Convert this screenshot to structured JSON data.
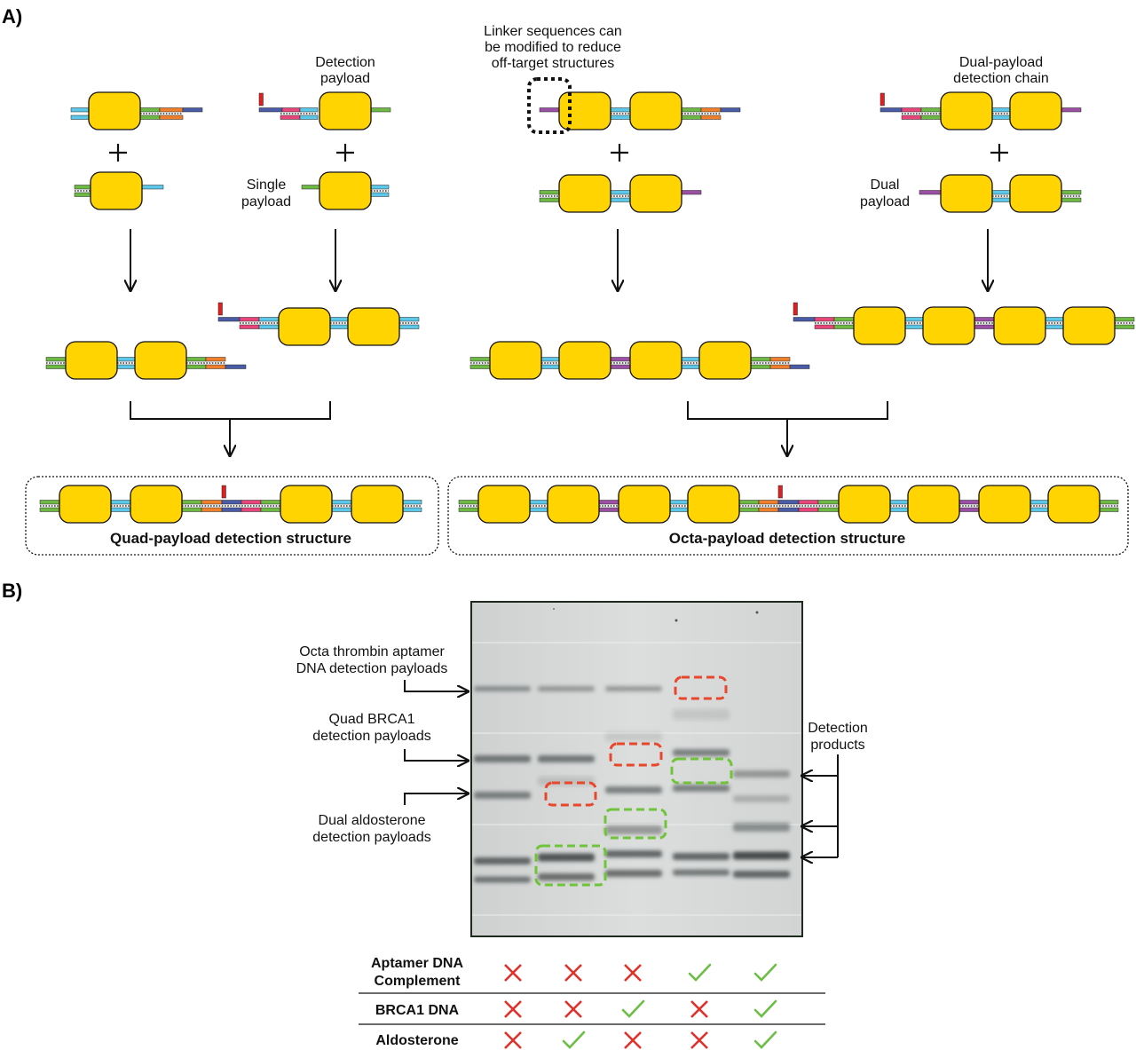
{
  "panel_a": {
    "label": "A)",
    "notes": {
      "linker": [
        "Linker sequences can",
        "be modified to reduce",
        "off-target structures"
      ],
      "detection_payload": [
        "Detection",
        "payload"
      ],
      "single_payload": [
        "Single",
        "payload"
      ],
      "dual_chain": [
        "Dual-payload",
        "detection chain"
      ],
      "dual_payload": [
        "Dual",
        "payload"
      ]
    },
    "quad_title": "Quad-payload detection structure",
    "octa_title": "Octa-payload detection structure"
  },
  "panel_b": {
    "label": "B)",
    "left_labels": {
      "octa": [
        "Octa thrombin aptamer",
        "DNA detection payloads"
      ],
      "quad": [
        "Quad BRCA1",
        "detection payloads"
      ],
      "dual": [
        "Dual aldosterone",
        "detection payloads"
      ]
    },
    "right_label": [
      "Detection",
      "products"
    ]
  },
  "table": {
    "rows": [
      {
        "label": [
          "Aptamer DNA",
          "Complement"
        ],
        "values": [
          "cross",
          "cross",
          "cross",
          "check",
          "check"
        ]
      },
      {
        "label": [
          "BRCA1 DNA"
        ],
        "values": [
          "cross",
          "cross",
          "check",
          "cross",
          "check"
        ]
      },
      {
        "label": [
          "Aldosterone"
        ],
        "values": [
          "cross",
          "check",
          "cross",
          "cross",
          "check"
        ]
      }
    ]
  },
  "colors": {
    "box": "#FFD400",
    "blue": "#5BC8EA",
    "green": "#6DB944",
    "orange": "#F07F2C",
    "pink": "#E8457A",
    "purple": "#9B4FA5",
    "navy": "#4A5BA8",
    "red": "#E02020",
    "cross": "#E0312B",
    "check": "#6DBE45",
    "dash_red": "#E8472C",
    "dash_green": "#6FC43A",
    "gel": "#D7D9D9"
  }
}
